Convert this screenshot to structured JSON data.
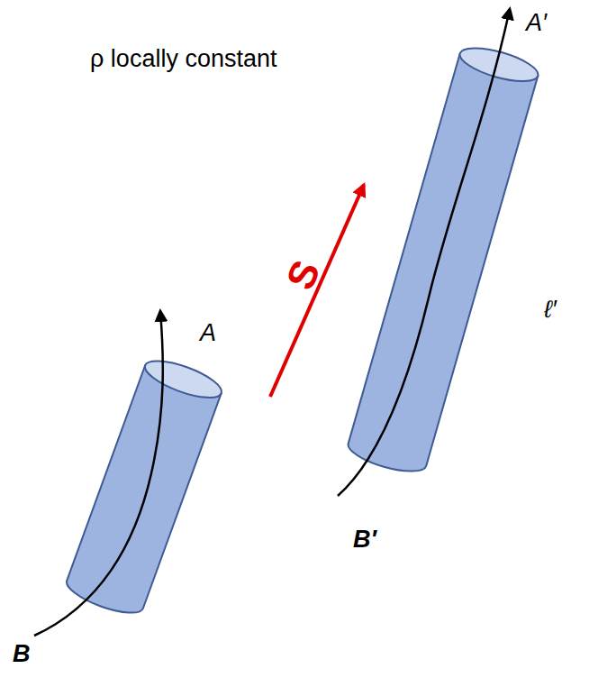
{
  "diagram": {
    "labels": [
      "ρ locally constant",
      "A′",
      "S",
      "ℓ′",
      "A",
      "B′",
      "B"
    ]
  }
}
